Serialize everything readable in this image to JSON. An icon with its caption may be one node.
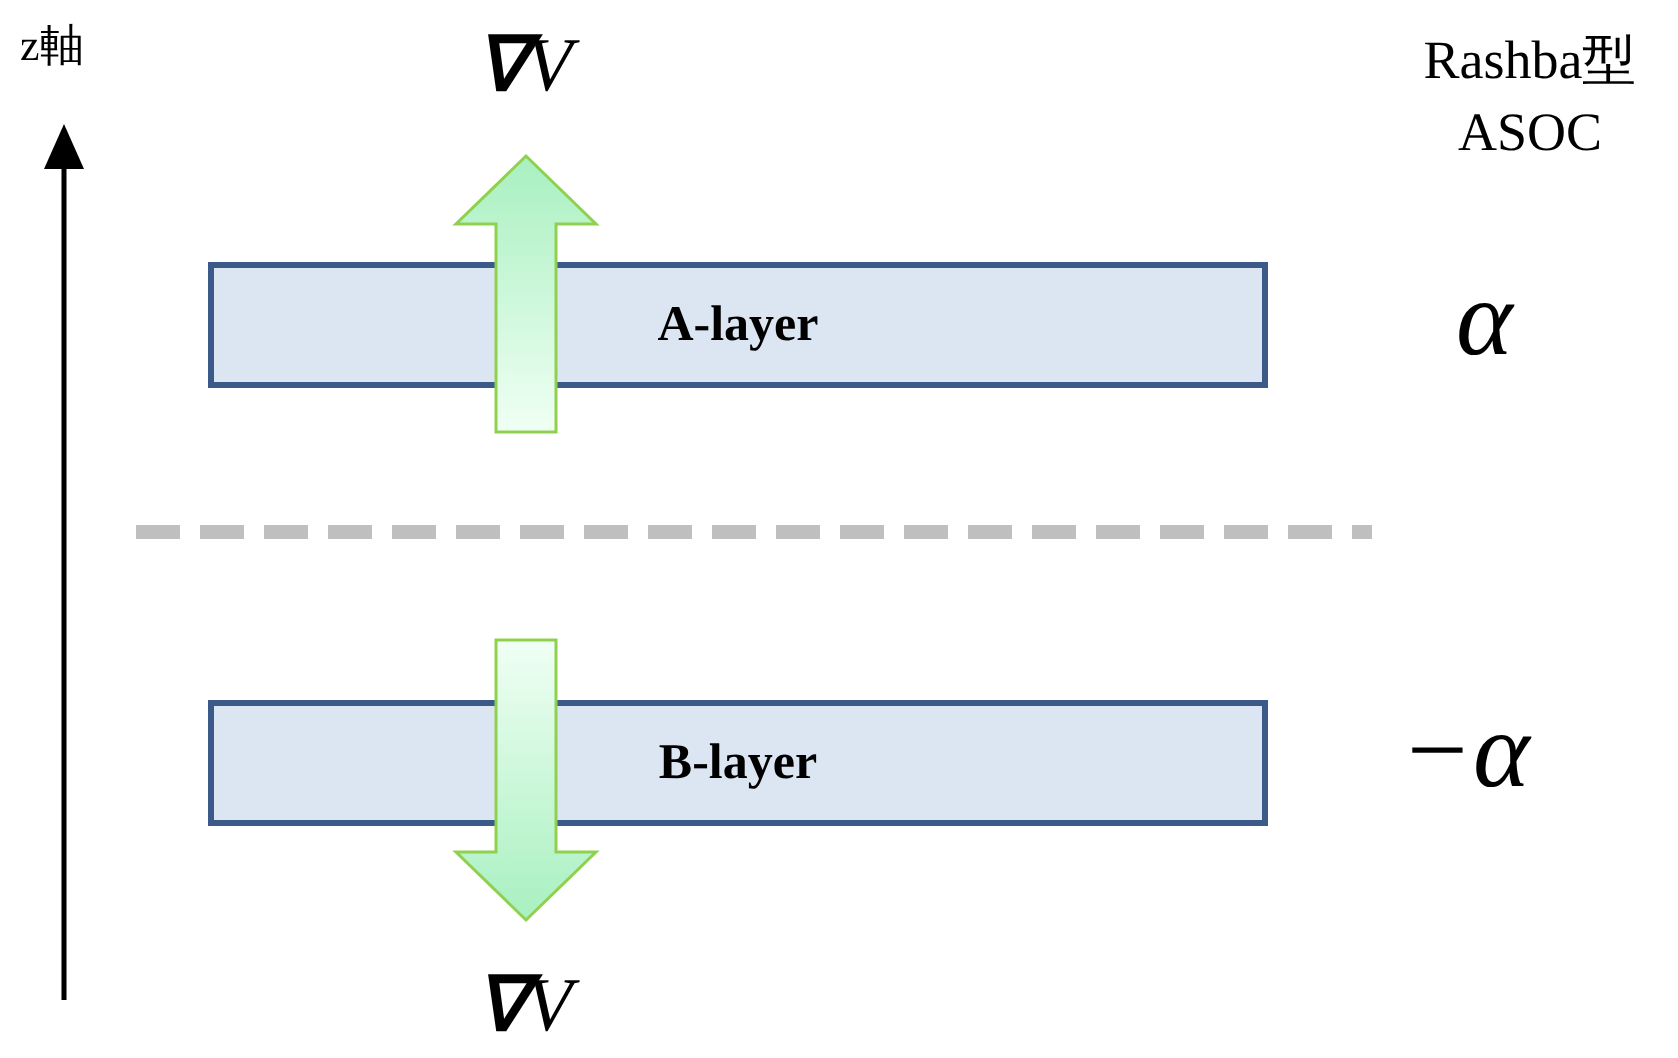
{
  "diagram": {
    "nodes": [
      {
        "text": [
          "A-layer"
        ]
      },
      {
        "text": [
          "B-layer"
        ]
      }
    ],
    "labels": [
      "z軸",
      "**∇**V",
      "Rashba型 ASOC",
      "α",
      "−α",
      "**∇**V"
    ]
  }
}
